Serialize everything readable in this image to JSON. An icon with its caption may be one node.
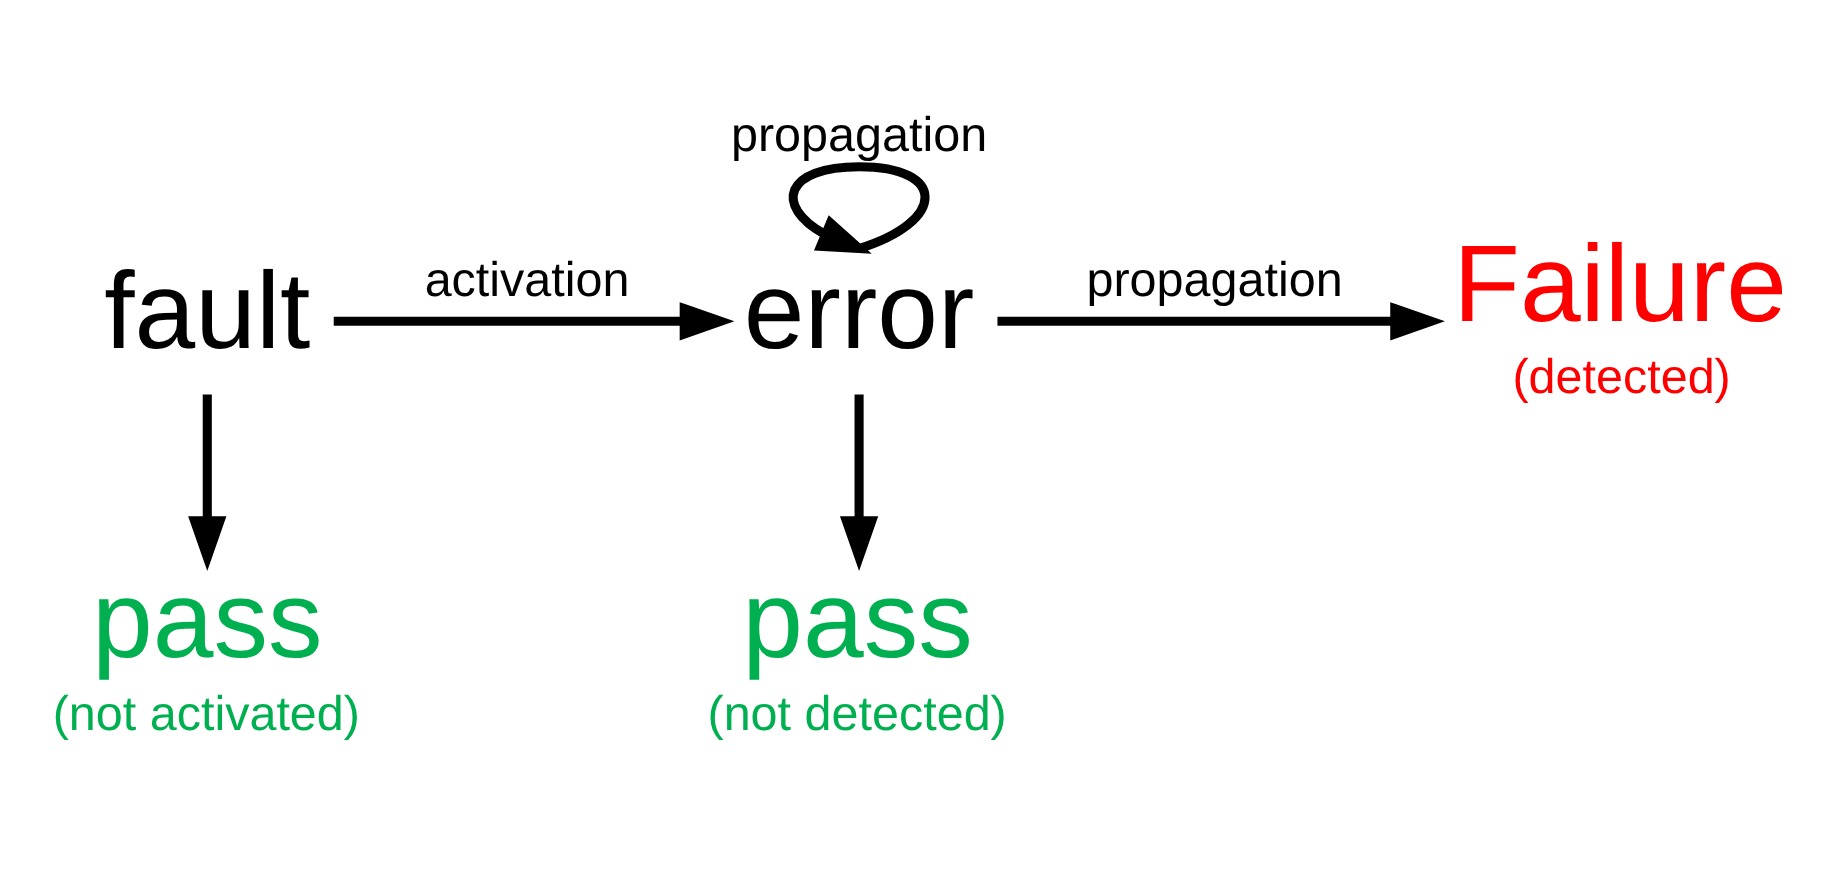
{
  "diagram": {
    "nodes": [
      {
        "text": [
          "fault"
        ]
      },
      {
        "text": [
          "error"
        ]
      },
      {
        "text": [
          "Failure",
          "(detected)"
        ]
      },
      {
        "text": [
          "pass",
          "(not activated)"
        ]
      },
      {
        "text": [
          "pass",
          "(not detected)"
        ]
      }
    ],
    "edges": [
      {
        "from": 0,
        "to": 1,
        "arrow": "to",
        "label": "activation"
      },
      {
        "from": 1,
        "to": 1,
        "arrow": "to",
        "label": "propagation"
      },
      {
        "from": 1,
        "to": 2,
        "arrow": "to",
        "label": "propagation"
      },
      {
        "from": 0,
        "to": 3,
        "arrow": "to"
      },
      {
        "from": 1,
        "to": 4,
        "arrow": "to"
      }
    ]
  }
}
